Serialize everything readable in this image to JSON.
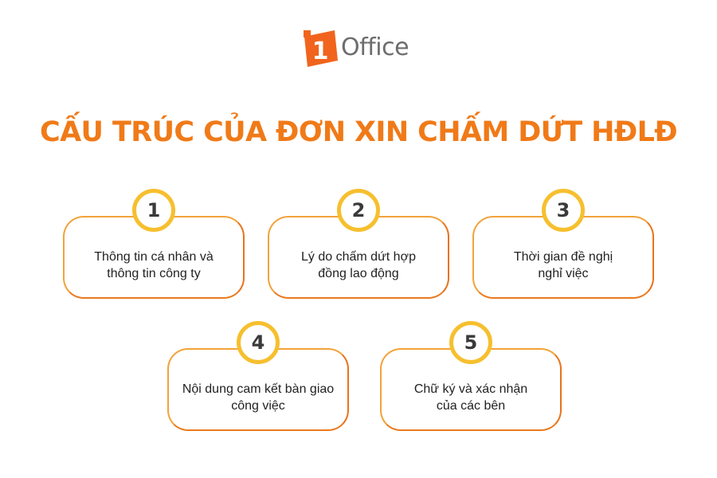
{
  "logo": {
    "text": "Office",
    "mark_text": "1",
    "mark_color": "#f0641e"
  },
  "title": "CẤU TRÚC CỦA ĐƠN XIN CHẤM DỨT HĐLĐ",
  "colors": {
    "title": "#f07a18",
    "border": "#f2a33a",
    "badge_ring": "#f6bf2e"
  },
  "steps": [
    {
      "number": "1",
      "lines": [
        "Thông tin cá nhân và",
        "thông tin công ty"
      ]
    },
    {
      "number": "2",
      "lines": [
        "Lý do chấm dứt hợp",
        "đồng lao động"
      ]
    },
    {
      "number": "3",
      "lines": [
        "Thời gian đề nghị",
        "nghỉ việc"
      ]
    },
    {
      "number": "4",
      "lines": [
        "Nội dung cam kết bàn giao",
        "công việc"
      ]
    },
    {
      "number": "5",
      "lines": [
        "Chữ ký và xác nhận",
        "của các bên"
      ]
    }
  ]
}
